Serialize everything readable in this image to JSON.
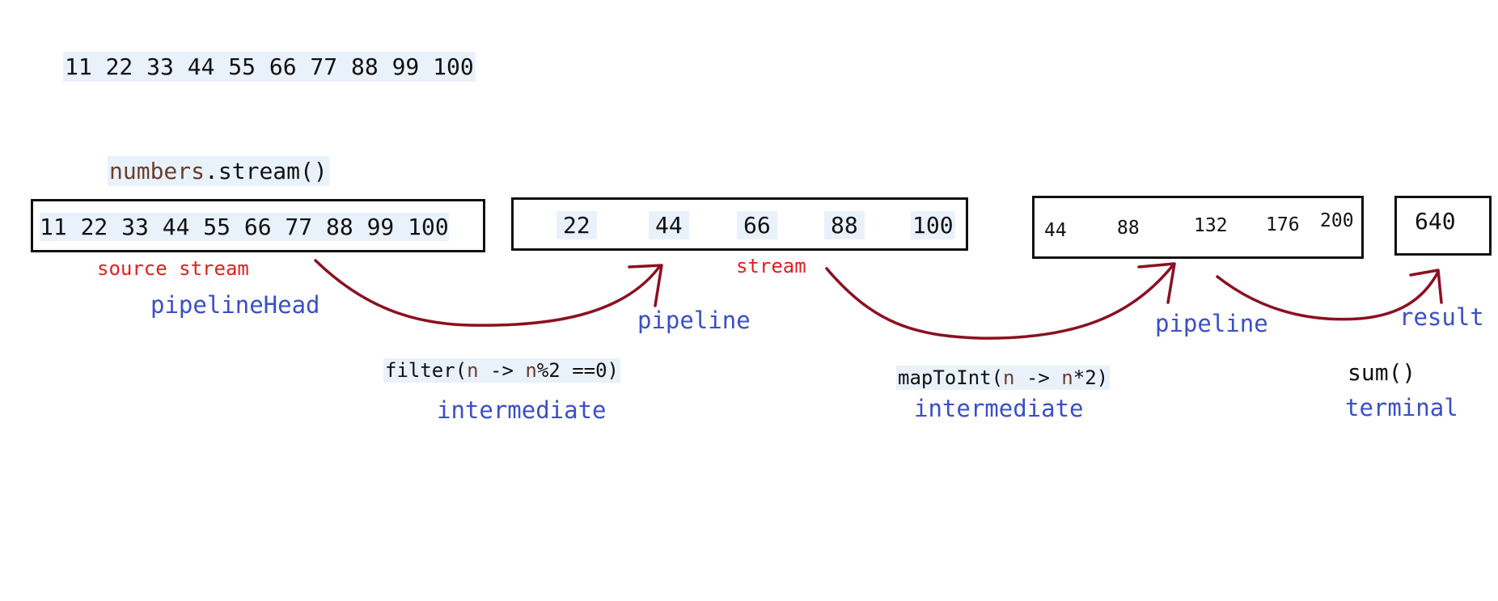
{
  "top_list": "11 22 33 44 55 66 77 88 99 100",
  "source_expr": {
    "var": "numbers",
    "rest": ".stream()"
  },
  "boxes": {
    "source": {
      "text": "11 22 33 44 55 66 77 88 99 100"
    },
    "filtered": {
      "values": [
        "22",
        "44",
        "66",
        "88",
        "100"
      ]
    },
    "mapped": {
      "values": [
        "44",
        "88",
        "132",
        "176",
        "200"
      ]
    },
    "result": {
      "value": "640"
    }
  },
  "labels": {
    "source_stream": "source stream",
    "pipeline_head": "pipelineHead",
    "stream": "stream",
    "pipeline_1": "pipeline",
    "pipeline_2": "pipeline",
    "result": "result",
    "intermediate_1": "intermediate",
    "intermediate_2": "intermediate",
    "terminal": "terminal"
  },
  "operations": {
    "filter": {
      "name": "filter(",
      "param": "n",
      "arrow": " -> ",
      "var": "n",
      "tail": "%2 ==0)"
    },
    "map": {
      "name": "mapToInt(",
      "param": "n",
      "arrow": " -> ",
      "var": "n",
      "tail": "*2)"
    },
    "sum": "sum()"
  },
  "colors": {
    "arrow": "#8b1020",
    "label_blue": "#3a4fc8",
    "label_red": "#e02020",
    "highlight": "#e9f1fb"
  }
}
